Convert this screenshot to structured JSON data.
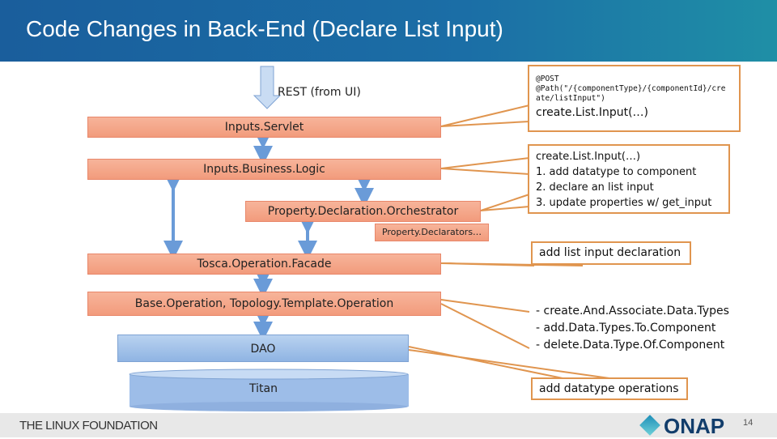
{
  "title": "Code Changes in Back-End (Declare List Input)",
  "rest_label": "REST (from UI)",
  "layers": {
    "servlet": "Inputs.Servlet",
    "logic": "Inputs.Business.Logic",
    "orchestrator": "Property.Declaration.Orchestrator",
    "declarators": "Property.Declarators…",
    "facade": "Tosca.Operation.Facade",
    "base": "Base.Operation, Topology.Template.Operation",
    "dao": "DAO",
    "titan": "Titan"
  },
  "callouts": {
    "rest": {
      "line1": "@POST",
      "line2": "@Path(\"/{componentType}/{componentId}/cre",
      "line3": "ate/listInput\")",
      "method": "create.List.Input(…)"
    },
    "logic": {
      "method": "create.List.Input(…)",
      "steps": [
        "1.  add datatype to component",
        "2.  declare an list input",
        "3.  update properties w/ get_input"
      ]
    },
    "orchestrator": "add list input declaration",
    "facade": [
      "-  create.And.Associate.Data.Types",
      "-  add.Data.Types.To.Component",
      "-  delete.Data.Type.Of.Component"
    ],
    "dao": "add datatype operations"
  },
  "footer": {
    "org": "THE LINUX FOUNDATION",
    "logo": "ONAP",
    "page": "14"
  },
  "colors": {
    "header": "#1b6ea6",
    "layer": "#f4a587",
    "storage": "#9dbde8",
    "callout_border": "#e0954f"
  }
}
